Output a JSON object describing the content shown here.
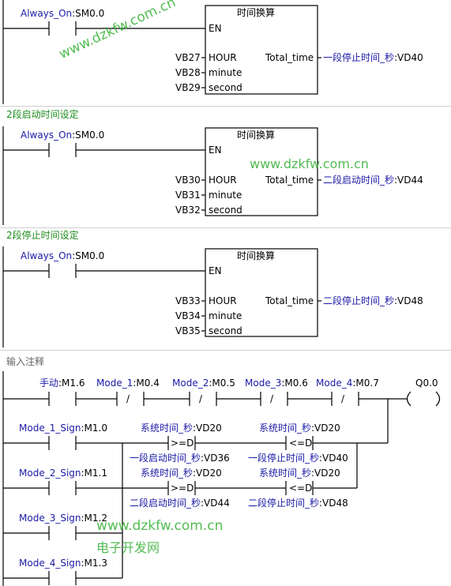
{
  "networks": [
    {
      "comment": "",
      "contact": {
        "symbol": "Always_On",
        "addr": ":SM0.0"
      },
      "box": {
        "title": "时间换算",
        "en": "EN",
        "inputs": [
          {
            "var": "VB27",
            "pin": "HOUR"
          },
          {
            "var": "VB28",
            "pin": "minute"
          },
          {
            "var": "VB29",
            "pin": "second"
          }
        ],
        "output_pin": "Total_time",
        "output_symbol": "一段停止时间_秒",
        "output_addr": ":VD40"
      }
    },
    {
      "comment": "2段启动时间设定",
      "contact": {
        "symbol": "Always_On",
        "addr": ":SM0.0"
      },
      "box": {
        "title": "时间换算",
        "en": "EN",
        "inputs": [
          {
            "var": "VB30",
            "pin": "HOUR"
          },
          {
            "var": "VB31",
            "pin": "minute"
          },
          {
            "var": "VB32",
            "pin": "second"
          }
        ],
        "output_pin": "Total_time",
        "output_symbol": "二段启动时间_秒",
        "output_addr": ":VD44"
      }
    },
    {
      "comment": "2段停止时间设定",
      "contact": {
        "symbol": "Always_On",
        "addr": ":SM0.0"
      },
      "box": {
        "title": "时间换算",
        "en": "EN",
        "inputs": [
          {
            "var": "VB33",
            "pin": "HOUR"
          },
          {
            "var": "VB34",
            "pin": "minute"
          },
          {
            "var": "VB35",
            "pin": "second"
          }
        ],
        "output_pin": "Total_time",
        "output_symbol": "二段停止时间_秒",
        "output_addr": ":VD48"
      }
    }
  ],
  "network4": {
    "comment": "输入注释",
    "series": [
      {
        "symbol": "手动",
        "addr": ":M1.6",
        "type": "NO"
      },
      {
        "symbol": "Mode_1",
        "addr": ":M0.4",
        "type": "NC",
        "mark": "/"
      },
      {
        "symbol": "Mode_2",
        "addr": ":M0.5",
        "type": "NC",
        "mark": "/"
      },
      {
        "symbol": "Mode_3",
        "addr": ":M0.6",
        "type": "NC",
        "mark": "/"
      },
      {
        "symbol": "Mode_4",
        "addr": ":M0.7",
        "type": "NC",
        "mark": "/"
      }
    ],
    "coil": {
      "addr": "Q0.0"
    },
    "branches": [
      {
        "contact": {
          "symbol": "Mode_1_Sign",
          "addr": ":M1.0"
        },
        "cmp1": {
          "top_symbol": "系统时间_秒",
          "top_addr": ":VD20",
          "op": ">=D",
          "bottom_symbol": "一段启动时间_秒",
          "bottom_addr": ":VD36"
        },
        "cmp2": {
          "top_symbol": "系统时间_秒",
          "top_addr": ":VD20",
          "op": "<=D",
          "bottom_symbol": "一段停止时间_秒",
          "bottom_addr": ":VD40"
        }
      },
      {
        "contact": {
          "symbol": "Mode_2_Sign",
          "addr": ":M1.1"
        },
        "cmp1": {
          "top_symbol": "系统时间_秒",
          "top_addr": ":VD20",
          "op": ">=D",
          "bottom_symbol": "二段启动时间_秒",
          "bottom_addr": ":VD44"
        },
        "cmp2": {
          "top_symbol": "系统时间_秒",
          "top_addr": ":VD20",
          "op": "<=D",
          "bottom_symbol": "二段停止时间_秒",
          "bottom_addr": ":VD48"
        }
      },
      {
        "contact": {
          "symbol": "Mode_3_Sign",
          "addr": ":M1.2"
        }
      },
      {
        "contact": {
          "symbol": "Mode_4_Sign",
          "addr": ":M1.3"
        }
      }
    ]
  },
  "watermarks": {
    "url": "www.dzkfw.com.cn",
    "cn": "电子开发网"
  },
  "colors": {
    "symbol": "#1a1aa6",
    "comment": "#1e8c1e",
    "watermark": "#35b035",
    "line": "#000000"
  }
}
